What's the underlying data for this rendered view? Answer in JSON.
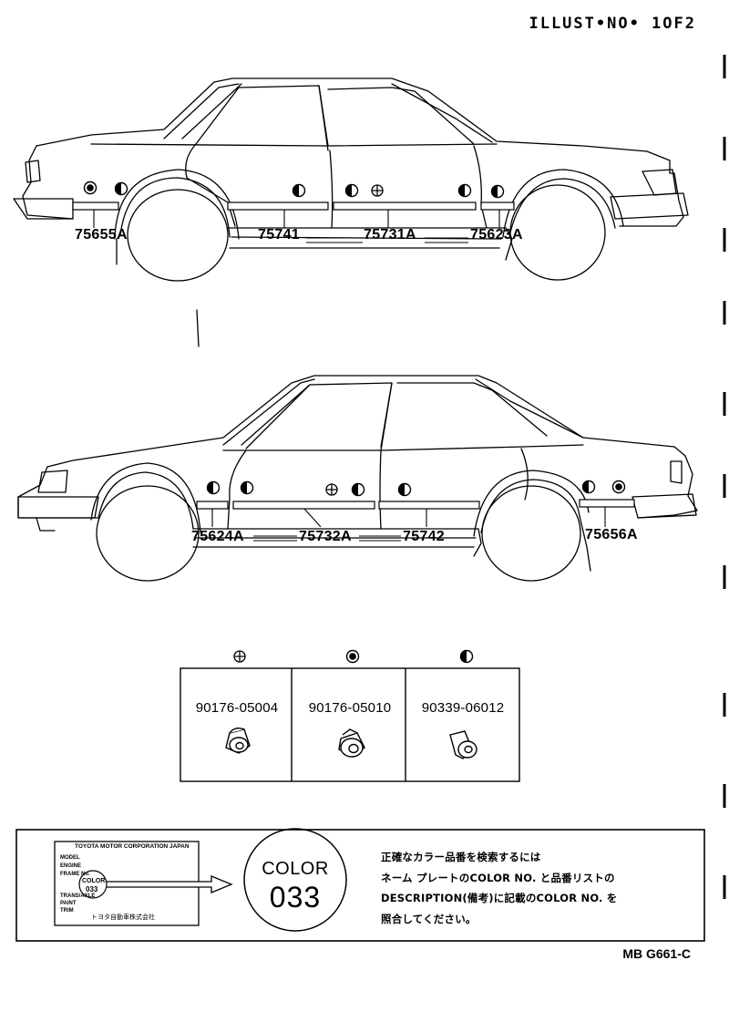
{
  "header": {
    "illust_no": "ILLUST•NO• 1OF2"
  },
  "footer": {
    "doc_code": "MB G661-C"
  },
  "car_upper": {
    "labels": [
      "75655A",
      "75741",
      "75731A",
      "75623A"
    ]
  },
  "car_lower": {
    "labels": [
      "75624A",
      "75732A",
      "75742",
      "75656A"
    ]
  },
  "fasteners": {
    "symbols": [
      "cross-circle-icon",
      "dotted-circle-icon",
      "half-filled-circle-icon"
    ],
    "parts": [
      {
        "number": "90176-05004",
        "symbol": "cross-circle-icon"
      },
      {
        "number": "90176-05010",
        "symbol": "dotted-circle-icon"
      },
      {
        "number": "90339-06012",
        "symbol": "half-filled-circle-icon"
      }
    ]
  },
  "color_notice": {
    "plate": {
      "title": "TOYOTA MOTOR CORPORATION JAPAN",
      "fields": [
        "MODEL",
        "ENGINE",
        "FRAME No.",
        "TRANS/AXLE",
        "PAINT",
        "TRIM"
      ],
      "color_label": "COLOR",
      "color_code": "033",
      "maker": "トヨタ自動車株式会社"
    },
    "circle": {
      "label": "COLOR",
      "code": "033"
    },
    "instructions": [
      "正確なカラー品番を検索するには",
      "ネーム プレートのCOLOR NO. と品番リストの",
      "DESCRIPTION(備考)に記載のCOLOR NO. を",
      "照合してください。"
    ]
  }
}
